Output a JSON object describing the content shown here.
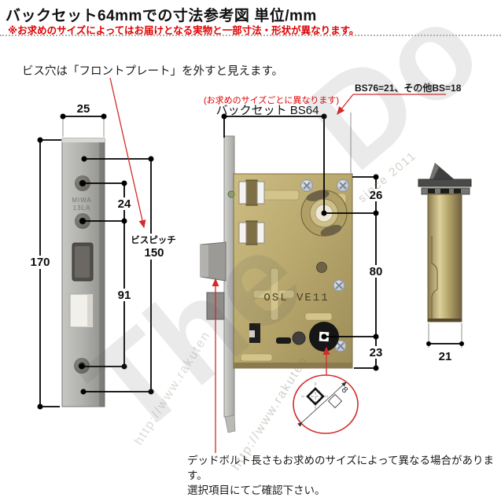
{
  "page": {
    "title": "バックセット64mmでの寸法参考図 単位/mm",
    "warning": "※お求めのサイズによってはお届けとなる実物と一部寸法・形状が異なります。"
  },
  "notes": {
    "screw_hole": "ビス穴は「フロントプレート」を外すと見えます。",
    "size_varies": "(お求めのサイズごとに異なります)",
    "backset": "バックセット BS64",
    "bs_values": "BS76=21、その他BS=18",
    "deadbolt1": "デッドボルト長さもお求めのサイズによって異なる場合があります。",
    "deadbolt2": "選択項目にてご確認下さい。"
  },
  "front_plate": {
    "width": "25",
    "height": "170",
    "pitch_upper": "24",
    "pitch_lower": "91",
    "pitch_label": "ビスピッチ",
    "pitch": "150",
    "stamp1": "MIWA",
    "stamp2": "13LA"
  },
  "lock_case": {
    "stamp": "OSL VE11",
    "top_to_spindle": "26",
    "spindle_to_thumbturn": "80",
    "thumbturn_to_bottom": "23",
    "square_size": "8"
  },
  "side_view": {
    "depth": "21"
  },
  "watermark": {
    "word1": "The",
    "word2": "Do",
    "url": "http://www.rakuten",
    "since": "since 2011"
  },
  "colors": {
    "accent_red": "#d42a2a",
    "brass": "#b7a76c",
    "steel": "#aeaeac"
  }
}
